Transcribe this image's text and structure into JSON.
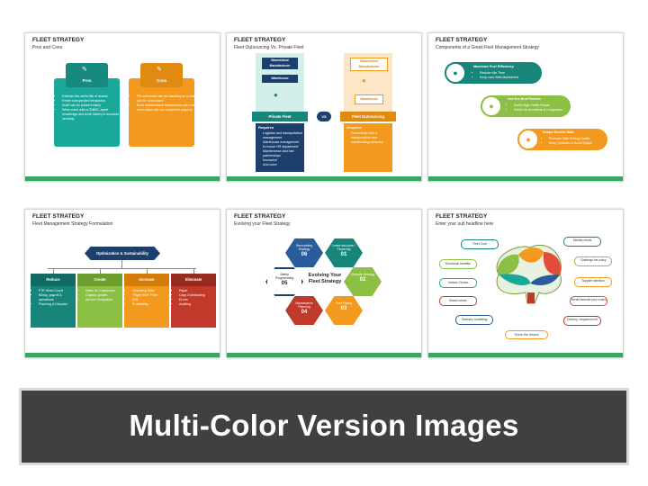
{
  "banner": {
    "title": "Multi-Color Version Images"
  },
  "slides": [
    {
      "title": "FLEET STRATEGY",
      "subtitle": "Pros and Cons",
      "pros_label": "Pros",
      "cons_label": "Cons",
      "pros_items": [
        "Extends the useful life of assets",
        "Fewer unexpected breakdown",
        "Audit can be passed easily",
        "When used with a CMMS, asset knowledge and work history is recorded centrally"
      ],
      "cons_items": [
        "PM schedules can be daunting as a detail can be overlooked",
        "Even maintenance breakdowns can occur when tasks are not completed properly"
      ]
    },
    {
      "title": "FLEET STRATEGY",
      "subtitle": "Fleet Outsourcing Vs. Private Fleet",
      "left_box1": "Biomedical Manufacturer",
      "left_box2": "Warehouse",
      "right_box1": "Biomedical Manufacturer",
      "right_box2": "Warehouse",
      "left_ribbon": "Private Fleet",
      "right_ribbon": "Fleet Outsourcing",
      "vs": "VS",
      "left_req": "Requires",
      "right_req": "Requires",
      "left_items": [
        "Logistics and transportation management",
        "Warehouse management",
        "In-house HR department",
        "Maintenance and fuel partnerships",
        "Insurance",
        "And more"
      ],
      "right_items": [
        "Partnership with a transportation and warehousing company"
      ]
    },
    {
      "title": "FLEET STRATEGY",
      "subtitle": "Components of a Great Fleet Management Strategy",
      "items": [
        {
          "heading": "Maximize Fuel Efficiency",
          "lines": [
            "Reduce Idle Time",
            "Keep cars Well-Maintained"
          ]
        },
        {
          "heading": "Use the Best Routes",
          "lines": [
            "Avoid High-Traffic Roads",
            "Watch for Accidents & Congestion"
          ]
        },
        {
          "heading": "Keeps Drivers Safe",
          "lines": [
            "Promote Safe Driving Habits",
            "Keep Vehicles in Good Shape"
          ]
        }
      ]
    },
    {
      "title": "FLEET STRATEGY",
      "subtitle": "Fleet Management Strategy Formulation",
      "top": "Optimization & Sustainability",
      "columns": [
        {
          "label": "Reduce",
          "items": [
            "FTE Head Count",
            "Billing, payroll & operations",
            "Planning & Dispatch"
          ]
        },
        {
          "label": "Create",
          "items": [
            "Value for Customers",
            "Organic growth",
            "Service Integration"
          ]
        },
        {
          "label": "Increase",
          "items": [
            "Operating Ratio",
            "\"Right Size\" Fleet",
            "ROI",
            "Profitability"
          ]
        },
        {
          "label": "Eliminate",
          "items": [
            "Paper",
            "Days Outstanding",
            "Errors",
            "Auditing"
          ]
        }
      ]
    },
    {
      "title": "FLEET STRATEGY",
      "subtitle": "Evolving your Fleet Strategy",
      "center": "Evolving Your Fleet Strategy",
      "hexes": [
        {
          "num": "06",
          "label": "Remodeling Strategy"
        },
        {
          "num": "01",
          "label": "Lease structure / Financing"
        },
        {
          "num": "02",
          "label": "Lifecycle Strategy"
        },
        {
          "num": "03",
          "label": "Fuel Pricing"
        },
        {
          "num": "04",
          "label": "Maintenance Planning"
        },
        {
          "num": "05",
          "label": "Safety Programming"
        }
      ]
    },
    {
      "title": "FLEET STRATEGY",
      "subtitle": "Enter your sub headline here",
      "left_labels": [
        "Fleet Cost",
        "Emotional benefits",
        "Vehicle Choice",
        "Brand needs",
        "Scenario modelling"
      ],
      "right_labels": [
        "Mobility needs",
        "Challenge the policy",
        "Supplier selection",
        "Tensile beneath your control",
        "Delivery / department fit"
      ],
      "bottom_label": "Serve the drivers"
    }
  ]
}
